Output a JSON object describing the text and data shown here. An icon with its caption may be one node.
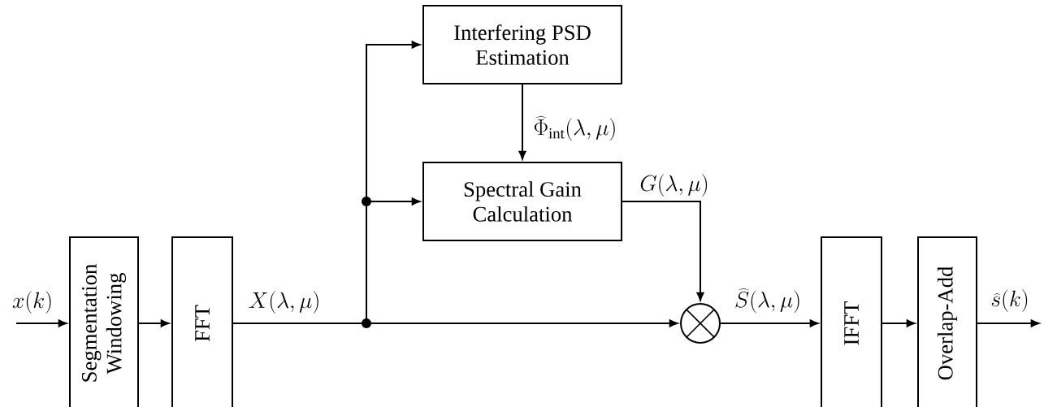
{
  "diagram": {
    "nodes": [
      {
        "text": [
          "Segmentation Windowing"
        ]
      },
      {
        "text": [
          "FFT"
        ]
      },
      {
        "text": [
          "Interfering PSD Estimation"
        ]
      },
      {
        "text": [
          "Spectral Gain Calculation"
        ]
      },
      {
        "text": [],
        "shape": "circle"
      },
      {
        "text": [
          "IFFT"
        ]
      },
      {
        "text": [
          "Overlap-Add"
        ]
      }
    ],
    "edges": [
      {
        "from": null,
        "to": 0,
        "arrow": "to",
        "label": "x(k)"
      },
      {
        "from": 0,
        "to": 1,
        "arrow": "to"
      },
      {
        "from": 1,
        "to": 2,
        "arrow": "to"
      },
      {
        "from": 1,
        "to": 3,
        "arrow": "to"
      },
      {
        "from": 1,
        "to": 4,
        "arrow": "to",
        "label": "X(\\lambda,\\mu)"
      },
      {
        "from": 2,
        "to": 3,
        "arrow": "to",
        "label": "\\widehat{\\Phi}_{\\mathrm{int}}(\\lambda,\\mu)"
      },
      {
        "from": 3,
        "to": 4,
        "arrow": "to",
        "label": "G(\\lambda,\\mu)"
      },
      {
        "from": 4,
        "to": 5,
        "arrow": "to",
        "label": "\\widehat{S}(\\lambda,\\mu)"
      },
      {
        "from": 5,
        "to": 6,
        "arrow": "to"
      },
      {
        "from": 6,
        "to": null,
        "arrow": "to",
        "label": "\\widehat{s}(k)"
      }
    ]
  }
}
